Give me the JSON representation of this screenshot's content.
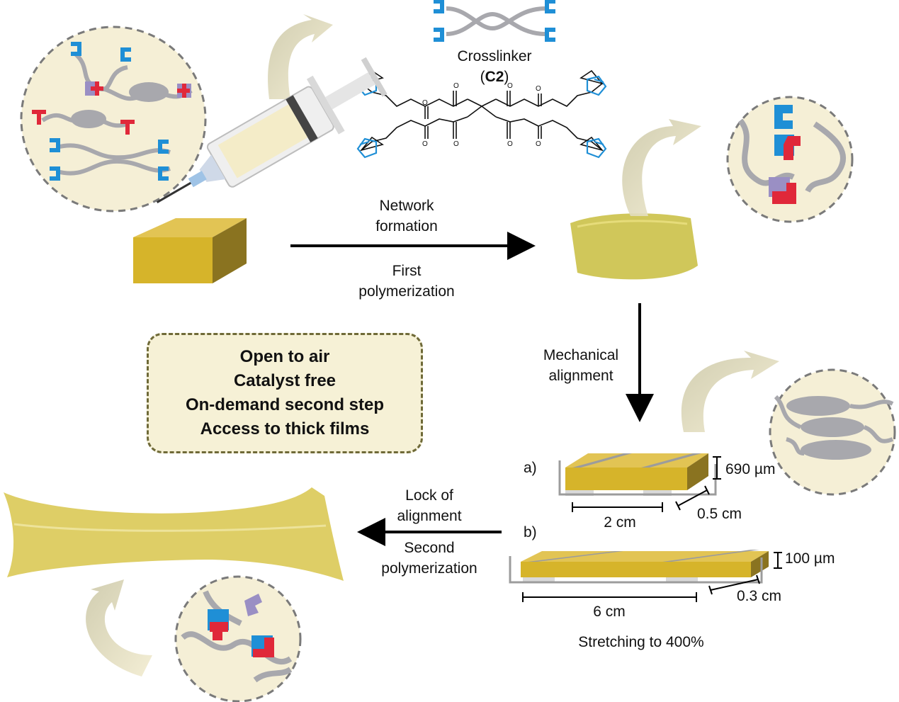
{
  "crosslinker": {
    "label": "Crosslinker",
    "code_open": "(",
    "code": "C2",
    "code_close": ")"
  },
  "step1": {
    "top_line1": "Network",
    "top_line2": "formation",
    "bottom_line1": "First",
    "bottom_line2": "polymerization"
  },
  "step2": {
    "line1": "Mechanical",
    "line2": "alignment"
  },
  "step3": {
    "top_line1": "Lock of",
    "top_line2": "alignment",
    "bottom_line1": "Second",
    "bottom_line2": "polymerization"
  },
  "features": [
    "Open to air",
    "Catalyst free",
    "On-demand second step",
    "Access to thick films"
  ],
  "film_a": {
    "tag": "a)",
    "thickness": "690 µm",
    "length": "2 cm",
    "width": "0.5 cm"
  },
  "film_b": {
    "tag": "b)",
    "thickness": "100 µm",
    "length": "6 cm",
    "width": "0.3 cm"
  },
  "stretch_note": "Stretching to 400%",
  "colors": {
    "gel": "#d6b42a",
    "gel_dark": "#8a7320",
    "monomer_blue": "#1f8fd6",
    "monomer_red": "#e0283a",
    "bubble_fill": "#f5efd6",
    "chain_gray": "#a8a8ad"
  }
}
